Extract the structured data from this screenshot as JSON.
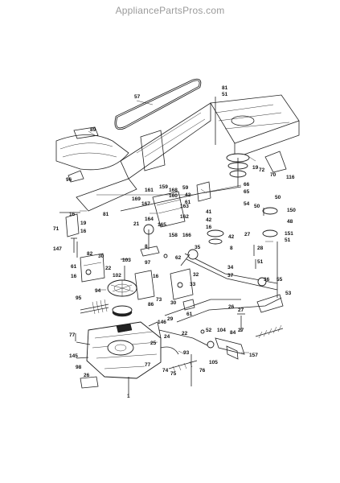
{
  "watermark": "AppliancePartsPros.com",
  "callouts": [
    {
      "id": "c57",
      "text": "57"
    },
    {
      "id": "c81a",
      "text": "81"
    },
    {
      "id": "c51a",
      "text": "51"
    },
    {
      "id": "c89",
      "text": "89"
    },
    {
      "id": "c96",
      "text": "96"
    },
    {
      "id": "c19a",
      "text": "19"
    },
    {
      "id": "c72",
      "text": "72"
    },
    {
      "id": "c70",
      "text": "70"
    },
    {
      "id": "c116",
      "text": "116"
    },
    {
      "id": "c161",
      "text": "161"
    },
    {
      "id": "c159",
      "text": "159"
    },
    {
      "id": "c168a",
      "text": "168"
    },
    {
      "id": "c160",
      "text": "160"
    },
    {
      "id": "c169",
      "text": "169"
    },
    {
      "id": "c167",
      "text": "167"
    },
    {
      "id": "c163",
      "text": "163"
    },
    {
      "id": "c162",
      "text": "162"
    },
    {
      "id": "c164",
      "text": "164"
    },
    {
      "id": "c165",
      "text": "165"
    },
    {
      "id": "c158",
      "text": "158"
    },
    {
      "id": "c166",
      "text": "166"
    },
    {
      "id": "c59",
      "text": "59"
    },
    {
      "id": "c42a",
      "text": "42"
    },
    {
      "id": "c61a",
      "text": "61"
    },
    {
      "id": "c66",
      "text": "66"
    },
    {
      "id": "c65",
      "text": "65"
    },
    {
      "id": "c41",
      "text": "41"
    },
    {
      "id": "c42b",
      "text": "42"
    },
    {
      "id": "c16a",
      "text": "16"
    },
    {
      "id": "c54",
      "text": "54"
    },
    {
      "id": "c50",
      "text": "50"
    },
    {
      "id": "c50b",
      "text": "50"
    },
    {
      "id": "c48",
      "text": "48"
    },
    {
      "id": "c150",
      "text": "150"
    },
    {
      "id": "c27a",
      "text": "27"
    },
    {
      "id": "c151",
      "text": "151"
    },
    {
      "id": "c51b",
      "text": "51"
    },
    {
      "id": "c28",
      "text": "28"
    },
    {
      "id": "c51c",
      "text": "51"
    },
    {
      "id": "c8",
      "text": "8"
    },
    {
      "id": "c16b",
      "text": "16"
    },
    {
      "id": "c19b",
      "text": "19"
    },
    {
      "id": "c71",
      "text": "71"
    },
    {
      "id": "c16c",
      "text": "16"
    },
    {
      "id": "c147",
      "text": "147"
    },
    {
      "id": "c81b",
      "text": "81"
    },
    {
      "id": "c21",
      "text": "21"
    },
    {
      "id": "c8b",
      "text": "8"
    },
    {
      "id": "c62",
      "text": "62"
    },
    {
      "id": "c35",
      "text": "35"
    },
    {
      "id": "c34",
      "text": "34"
    },
    {
      "id": "c37",
      "text": "37"
    },
    {
      "id": "c36",
      "text": "36"
    },
    {
      "id": "c55",
      "text": "55"
    },
    {
      "id": "c53",
      "text": "53"
    },
    {
      "id": "c42c",
      "text": "42"
    },
    {
      "id": "c82",
      "text": "82"
    },
    {
      "id": "c30",
      "text": "30"
    },
    {
      "id": "c61b",
      "text": "61"
    },
    {
      "id": "c22",
      "text": "22"
    },
    {
      "id": "c16d",
      "text": "16"
    },
    {
      "id": "c103",
      "text": "103"
    },
    {
      "id": "c102",
      "text": "102"
    },
    {
      "id": "c97",
      "text": "97"
    },
    {
      "id": "c94",
      "text": "94"
    },
    {
      "id": "c16e",
      "text": "16"
    },
    {
      "id": "c73",
      "text": "73"
    },
    {
      "id": "c86",
      "text": "86"
    },
    {
      "id": "c32",
      "text": "32"
    },
    {
      "id": "c33",
      "text": "33"
    },
    {
      "id": "c30b",
      "text": "30"
    },
    {
      "id": "c61c",
      "text": "61"
    },
    {
      "id": "c95",
      "text": "95"
    },
    {
      "id": "c26a",
      "text": "26"
    },
    {
      "id": "c27b",
      "text": "27"
    },
    {
      "id": "c29",
      "text": "29"
    },
    {
      "id": "c22b",
      "text": "22"
    },
    {
      "id": "c52",
      "text": "52"
    },
    {
      "id": "c104",
      "text": "104"
    },
    {
      "id": "c84",
      "text": "84"
    },
    {
      "id": "c27c",
      "text": "27"
    },
    {
      "id": "c157",
      "text": "157"
    },
    {
      "id": "c146",
      "text": "146"
    },
    {
      "id": "c25",
      "text": "25"
    },
    {
      "id": "c24",
      "text": "24"
    },
    {
      "id": "c93",
      "text": "93"
    },
    {
      "id": "c105",
      "text": "105"
    },
    {
      "id": "c77a",
      "text": "77"
    },
    {
      "id": "c145",
      "text": "145"
    },
    {
      "id": "c98",
      "text": "98"
    },
    {
      "id": "c26b",
      "text": "26"
    },
    {
      "id": "c77b",
      "text": "77"
    },
    {
      "id": "c74",
      "text": "74"
    },
    {
      "id": "c75",
      "text": "75"
    },
    {
      "id": "c76",
      "text": "76"
    },
    {
      "id": "c1",
      "text": "1"
    }
  ]
}
